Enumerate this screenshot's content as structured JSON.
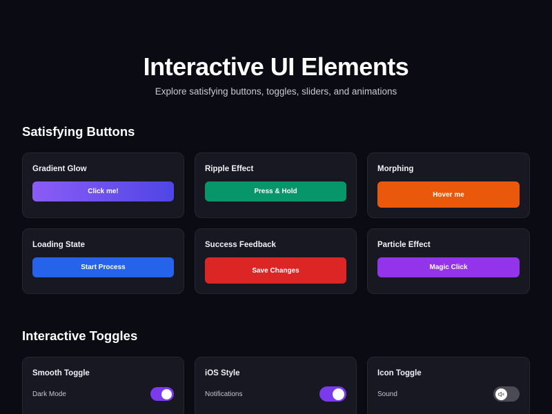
{
  "hero": {
    "title": "Interactive UI Elements",
    "subtitle": "Explore satisfying buttons, toggles, sliders, and animations"
  },
  "buttons_section": {
    "title": "Satisfying Buttons",
    "cards": [
      {
        "title": "Gradient Glow",
        "button_label": "Click me!",
        "color": "gradient #8b5cf6 → #4f46e5"
      },
      {
        "title": "Ripple Effect",
        "button_label": "Press & Hold",
        "color": "#079669"
      },
      {
        "title": "Morphing",
        "button_label": "Hover me",
        "color": "#ea580c"
      },
      {
        "title": "Loading State",
        "button_label": "Start Process",
        "color": "#2563eb"
      },
      {
        "title": "Success Feedback",
        "button_label": "Save Changes",
        "color": "#dc2626"
      },
      {
        "title": "Particle Effect",
        "button_label": "Magic Click",
        "color": "#9333ea"
      }
    ]
  },
  "toggles_section": {
    "title": "Interactive Toggles",
    "cards": [
      {
        "title": "Smooth Toggle",
        "label": "Dark Mode",
        "state": "on",
        "icon": null
      },
      {
        "title": "iOS Style",
        "label": "Notifications",
        "state": "on",
        "icon": null
      },
      {
        "title": "Icon Toggle",
        "label": "Sound",
        "state": "off",
        "icon": "speaker-muted-icon"
      }
    ]
  },
  "colors": {
    "background": "#0b0b13",
    "card": "#171821",
    "card_border": "#262732",
    "toggle_on": "#7c3aed",
    "toggle_off": "#4a4b55"
  }
}
